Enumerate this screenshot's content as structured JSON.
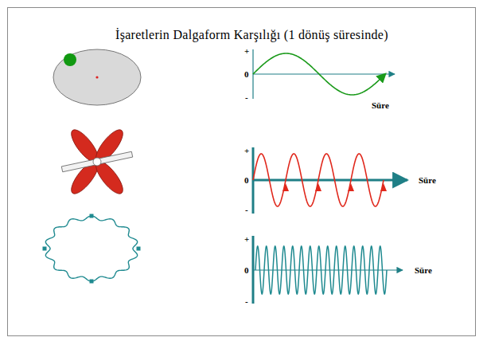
{
  "diagram": {
    "title": "İşaretlerin Dalgaform Karşılığı (1 dönüş süresinde)",
    "labels": [
      "+",
      "0",
      "-",
      "Süre",
      "+",
      "0",
      "-",
      "Süre",
      "+",
      "0",
      "-",
      "Süre"
    ]
  }
}
